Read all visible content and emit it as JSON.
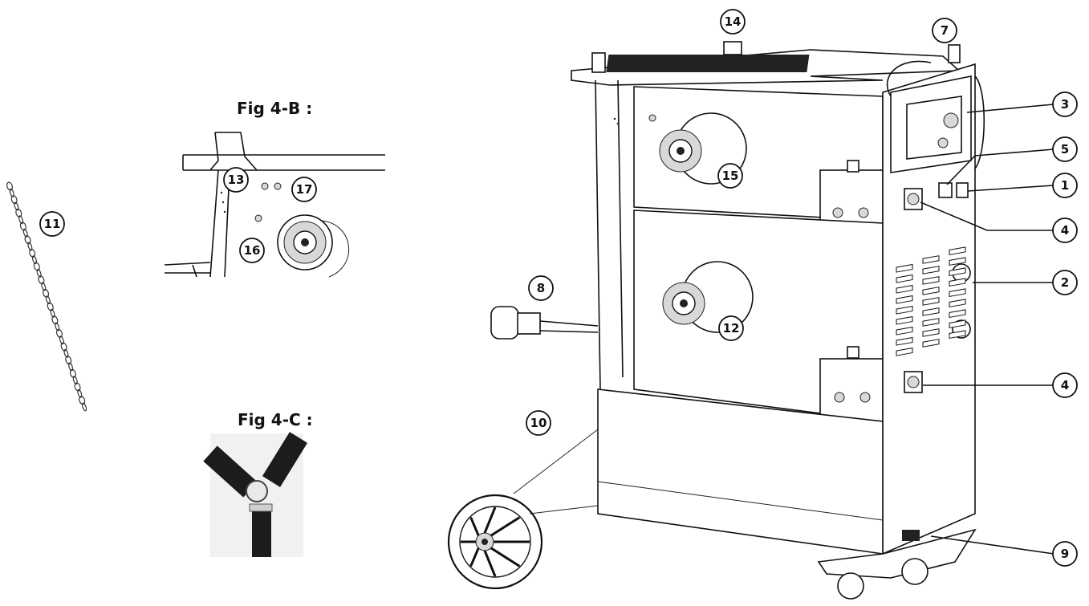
{
  "figures": {
    "fig_b_title": "Fig 4-B :",
    "fig_c_title": "Fig 4-C :"
  },
  "callouts": {
    "c1": "1",
    "c2": "2",
    "c3": "3",
    "c4a": "4",
    "c4b": "4",
    "c5": "5",
    "c7": "7",
    "c8": "8",
    "c9": "9",
    "c10": "10",
    "c11": "11",
    "c12": "12",
    "c13": "13",
    "c14": "14",
    "c15": "15",
    "c16": "16",
    "c17": "17"
  },
  "colors": {
    "line": "#111111",
    "background": "#ffffff",
    "hose": "#1c1c1c"
  },
  "icons": [
    "chain-image",
    "welding-cart-drawing",
    "hose-y-connector-photo"
  ]
}
